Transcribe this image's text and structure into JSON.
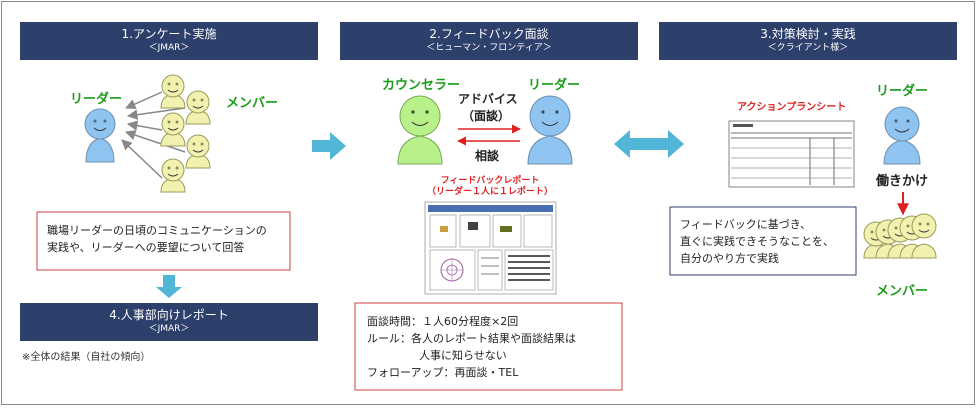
{
  "step1": {
    "title": "1.アンケート実施",
    "sub": "＜JMAR＞"
  },
  "step2": {
    "title": "2.フィードバック面談",
    "sub": "＜ヒューマン・フロンティア＞"
  },
  "step3": {
    "title": "3.対策検討・実践",
    "sub": "＜クライアント様＞"
  },
  "step4": {
    "title": "4.人事部向けレポート",
    "sub": "＜JMAR＞"
  },
  "s1_leader": "リーダー",
  "s1_member": "メンバー",
  "s1_box": [
    "職場リーダーの日頃のコミュニケーションの",
    "実践や、リーダーへの要望について回答"
  ],
  "s4_note": "※全体の結果（自社の傾向）",
  "counselor": "カウンセラー",
  "s2_leader": "リーダー",
  "advice": "アドバイス",
  "mendan": "（面談）",
  "soudan": "相談",
  "report_title": [
    "フィードバックレポート",
    "（リーダー１人に１レポート）"
  ],
  "s2_box": [
    "面談時間：１人60分程度×2回",
    "ルール：各人のレポート結果や面談結果は",
    "人事に知らせない",
    "フォローアップ：再面談・TEL"
  ],
  "action_title": "アクションプランシート",
  "s3_leader": "リーダー",
  "hataraki": "働きかけ",
  "s3_box": [
    "フィードバックに基づき、",
    "直ぐに実践できそうなことを、",
    "自分のやり方で実践"
  ],
  "s3_member": "メンバー",
  "colors": {
    "header": "#2d3f6b",
    "face_yellow": "#f2f1b0",
    "face_blue": "#8ec4ef",
    "face_green": "#b8f08a",
    "arrow": "#52b6d6",
    "red": "#e02020"
  }
}
